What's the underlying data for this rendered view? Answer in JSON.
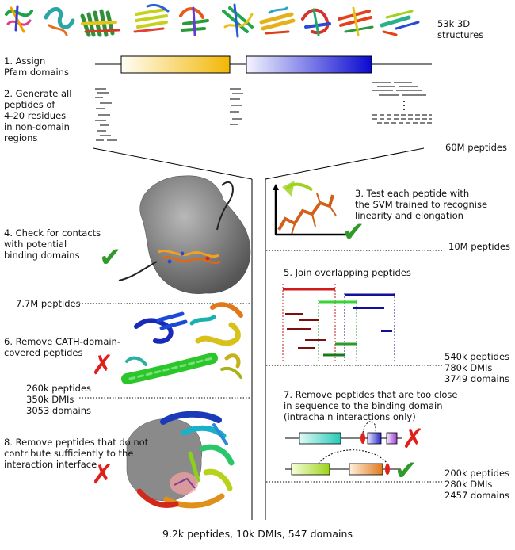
{
  "colors": {
    "cross": "#e0211b",
    "check": "#2f9a2a",
    "domain1": "#f2c015",
    "domain2": "#1f1fc8",
    "surface": "#7f7f7f"
  },
  "header": {
    "structures": "53k 3D structures"
  },
  "steps": {
    "s1": "1. Assign\nPfam domains",
    "s2": "2. Generate all\npeptides of\n4-20 residues\nin non-domain\nregions",
    "s2_count": "60M peptides",
    "s3": "3. Test each peptide with\nthe SVM trained to recognise\nlinearity and elongation",
    "s3_count": "10M peptides",
    "s4": "4. Check for contacts\nwith potential\nbinding domains",
    "s4_count": "7.7M peptides",
    "s5": "5. Join overlapping peptides",
    "s5_counts": "540k peptides\n780k DMIs\n3749 domains",
    "s6": "6. Remove CATH-domain-\ncovered peptides",
    "s6_counts": "260k peptides\n350k DMIs\n3053 domains",
    "s7": "7. Remove peptides that are too close\nin sequence to the binding domain\n(intrachain interactions only)",
    "s7_counts": "200k peptides\n280k DMIs\n2457 domains",
    "s8": "8. Remove peptides that do not\ncontribute sufficiently to the\ninteraction interface"
  },
  "final": "9.2k peptides, 10k DMIs, 547 domains",
  "icons": {
    "cross": "✗",
    "check": "✔"
  }
}
